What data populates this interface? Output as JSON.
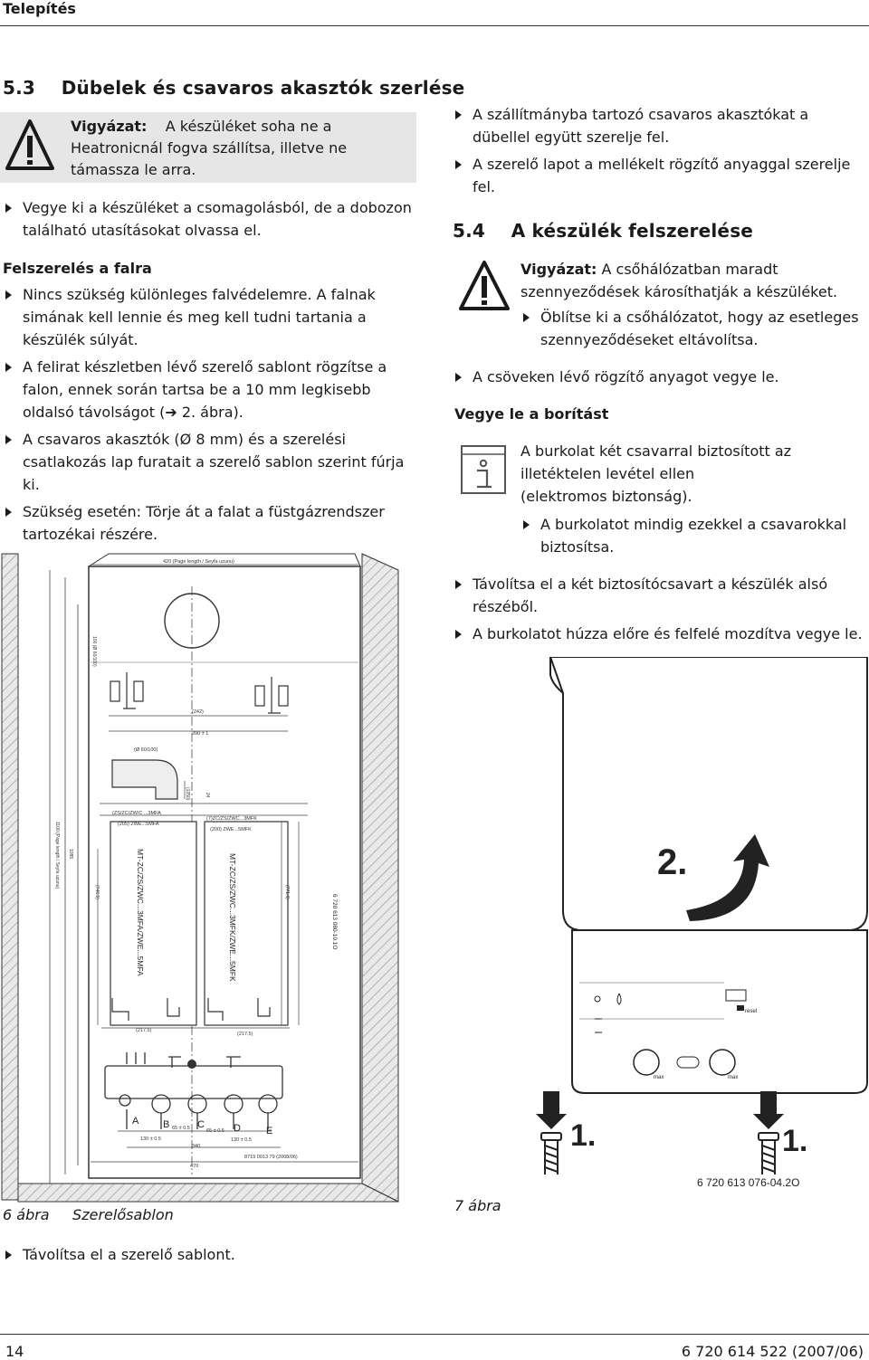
{
  "header": {
    "title": "Telepítés"
  },
  "section_5_3": {
    "number": "5.3",
    "title": "Dübelek és csavaros akasztók szerlése",
    "warning": {
      "label": "Vigyázat:",
      "text_1": "A készüléket soha ne a",
      "text_2": "Heatronicnál fogva szállítsa, illetve ne",
      "text_3": "támassza le arra."
    },
    "bullet_1": "Vegye ki a készüléket a csomagolásból, de a dobozon található utasításokat olvassa el.",
    "subhead": "Felszerelés a falra",
    "bullets": [
      "Nincs szükség különleges falvédelemre. A falnak simának kell lennie és meg kell tudni tartania a készülék súlyát.",
      "A felirat készletben lévő szerelő sablont rögzítse a falon, ennek során tartsa be a 10 mm legkisebb oldalsó távolságot (➔ 2. ábra).",
      "A csavaros akasztók (Ø 8 mm) és a szerelési csatlakozás lap furatait a szerelő sablon szerint fúrja ki.",
      "Szükség esetén: Törje át a falat a füstgázrendszer tartozékai részére."
    ]
  },
  "right_top_bullets": [
    "A szállítmányba tartozó csavaros akasztókat a dübellel együtt szerelje fel.",
    "A szerelő lapot a mellékelt rögzítő anyaggal szerelje fel."
  ],
  "section_5_4": {
    "number": "5.4",
    "title": "A készülék felszerelése",
    "warning": {
      "label": "Vigyázat:",
      "text_1": "A csőhálózatban maradt",
      "text_2": "szennyeződések károsíthatják a készüléket.",
      "bullet": "Öblítse ki a csőhálózatot, hogy az esetleges szennyeződéseket eltávolítsa."
    },
    "bullet_1": "A csöveken lévő rögzítő anyagot vegye le.",
    "subhead": "Vegye le a borítást",
    "info": {
      "text_1": "A burkolat két csavarral biztosított az",
      "text_2": "illetéktelen levétel ellen",
      "text_3": "(elektromos biztonság).",
      "bullet": "A burkolatot mindig ezekkel a csavarokkal biztosítsa."
    },
    "bullets": [
      "Távolítsa el a két biztosítócsavart a készülék alsó részéből.",
      "A burkolatot húzza előre és felfelé mozdítva vegye le."
    ]
  },
  "figure_6": {
    "caption_num": "6 ábra",
    "caption_text": "Szerelősablon",
    "top_dim": "420 (Page length / Seyfa uzunu)",
    "dim_phi": "(Ø 60/100)",
    "dim_left_vert": "100 (Ø 60/100)",
    "dim_262": "(242)",
    "dim_390": "390 ± 1",
    "dim_1100": "1100 (Page length / Seyfa uzunu)",
    "dim_1085": "1085",
    "dim_745": "(746.5)",
    "dim_771": "(771.6)",
    "dim_1050": "(1050)",
    "dim_24": "24",
    "dim_217a": "(217.5)",
    "dim_217b": "(217.5)",
    "label_left_a": "(ZS/ZC/ZW/C ...3MFA",
    "label_left_b": "(205) ZWE...5MFA",
    "label_right_a": "(7)ZC/ZS/ZWC...3MFK",
    "label_right_b": "(200) ZWE...5MFK",
    "vertical_left": "MT-ZC/ZS/ZWC...3MFA/ZWE...5MFA",
    "vertical_right": "MT-ZC/ZS/ZWC...3MFK/ZWE...5MFK",
    "vertical_code": "6 720 613 080-10.1O",
    "letters": [
      "A",
      "B",
      "C",
      "D",
      "E"
    ],
    "bottom_dims": [
      "130 ± 0.5",
      "65 ± 0.5",
      "65 ± 0.5",
      "130 ± 0.5",
      "340",
      "470"
    ],
    "bottom_code": "8719 0013 79 (2008/06)"
  },
  "figure_7": {
    "caption_num": "7 ábra",
    "label_2": "2.",
    "label_1a": "1.",
    "label_1b": "1.",
    "reset_label": "reset",
    "max_label": "max",
    "code": "6 720 613 076-04.2O"
  },
  "footer": {
    "page": "14",
    "doc_code": "6 720 614 522 (2007/06)"
  },
  "last_bullet": "Távolítsa el a szerelő sablont."
}
